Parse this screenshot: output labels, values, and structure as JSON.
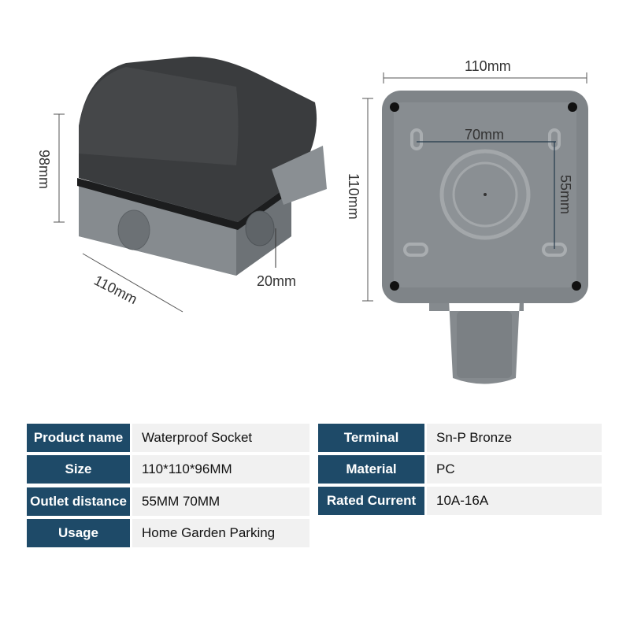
{
  "dimensions": {
    "left_height": "98mm",
    "left_width": "110mm",
    "left_knockout": "20mm",
    "right_width": "110mm",
    "right_height": "110mm",
    "hole_spacing_horizontal": "70mm",
    "hole_spacing_vertical": "55mm"
  },
  "specs_left": [
    {
      "label": "Product name",
      "value": "Waterproof Socket"
    },
    {
      "label": "Size",
      "value": "110*110*96MM"
    },
    {
      "label": "Outlet distance",
      "value": "55MM  70MM"
    },
    {
      "label": "Usage",
      "value": "Home  Garden  Parking"
    }
  ],
  "specs_right": [
    {
      "label": "Terminal",
      "value": "Sn-P Bronze"
    },
    {
      "label": "Material",
      "value": "PC"
    },
    {
      "label": "Rated Current",
      "value": "10A-16A"
    }
  ],
  "colors": {
    "header": "#1e4a68",
    "value_bg": "#f1f1f1",
    "housing": "#7d8286",
    "lid": "#3c3e40"
  }
}
